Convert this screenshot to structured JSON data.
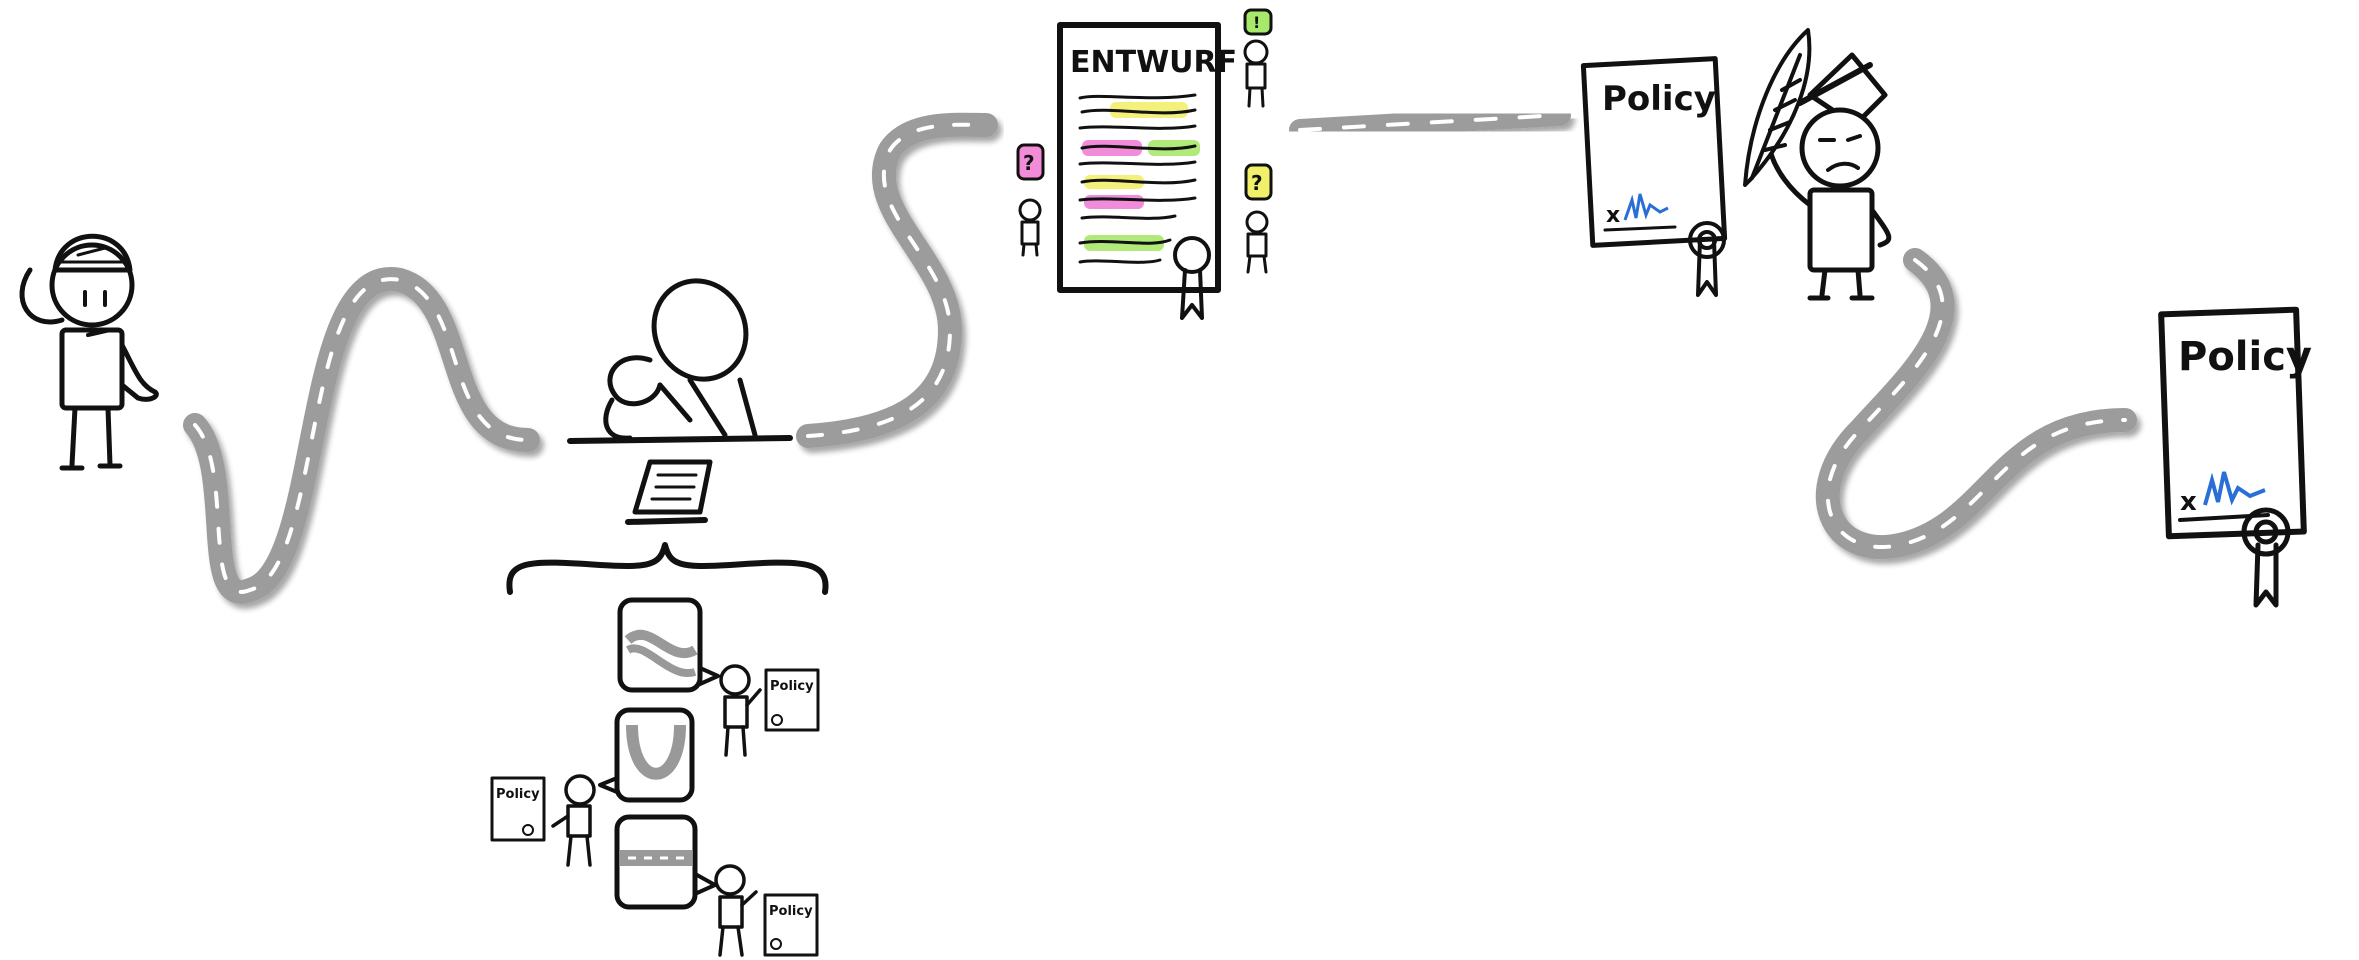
{
  "colors": {
    "road": "#9c9c9c",
    "ink": "#111111",
    "highlight_yellow": "#f2f06a",
    "highlight_pink": "#ef7fd6",
    "highlight_green": "#a8e86a",
    "signature_blue": "#2a6fd6",
    "bubble_pink": "#f28bd8",
    "bubble_green": "#a8e86a",
    "bubble_yellow": "#f2f06a"
  },
  "draft_document": {
    "title": "ENTWURF"
  },
  "policy_small": {
    "title": "Policy",
    "signature_mark": "x"
  },
  "policy_large": {
    "title": "Policy",
    "signature_mark": "x"
  },
  "mini_scenes": [
    {
      "policy_label": "Policy"
    },
    {
      "policy_label": "Policy"
    },
    {
      "policy_label": "Policy"
    }
  ],
  "feedback_bubbles": {
    "pink_mark": "?",
    "green_mark": "!",
    "yellow_mark": "?"
  },
  "icons": [
    "person-cap-icon",
    "thinking-person-icon",
    "statesman-top-hat-icon",
    "quill-icon",
    "seal-ribbon-icon"
  ]
}
